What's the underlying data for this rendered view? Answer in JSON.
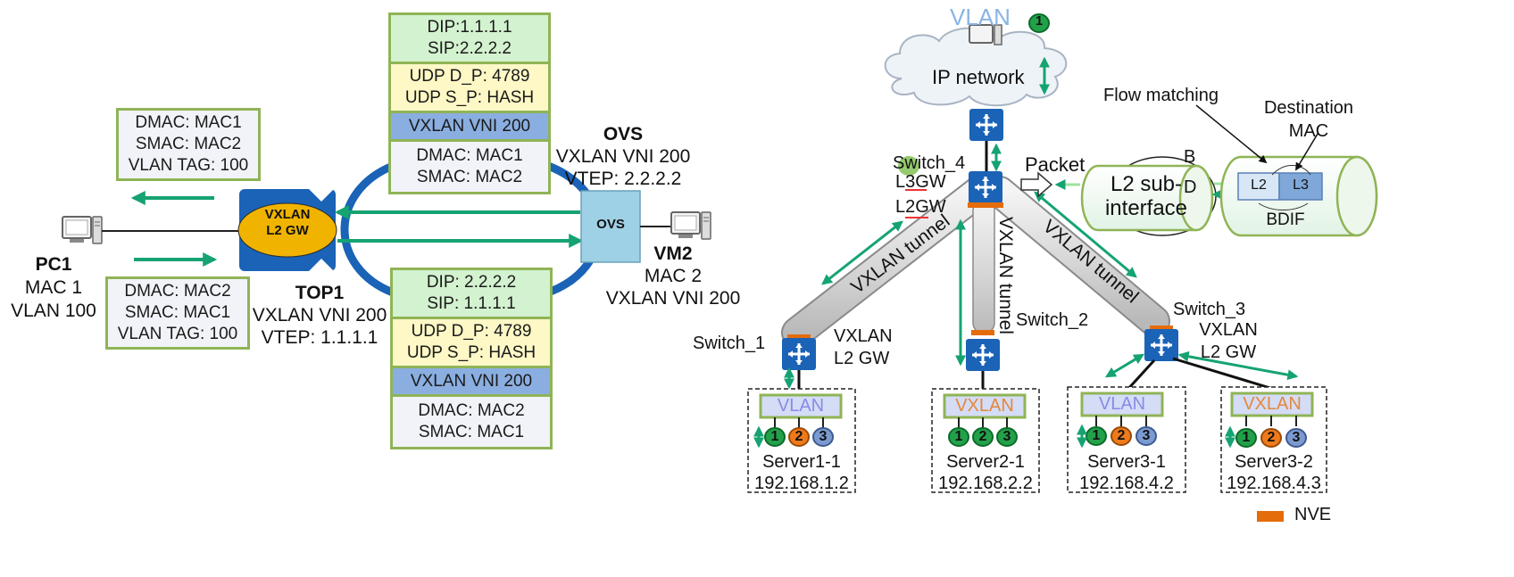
{
  "left": {
    "pc1": {
      "name": "PC1",
      "mac": "MAC 1",
      "vlan": "VLAN 100"
    },
    "frame_out": {
      "dmac": "DMAC: MAC1",
      "smac": "SMAC: MAC2",
      "tag": "VLAN TAG: 100"
    },
    "frame_in": {
      "dmac": "DMAC: MAC2",
      "smac": "SMAC: MAC1",
      "tag": "VLAN TAG: 100"
    },
    "top1": {
      "gw_line1": "VXLAN",
      "gw_line2": "L2 GW",
      "name": "TOP1",
      "vni": "VXLAN VNI 200",
      "vtep": "VTEP: 1.1.1.1"
    },
    "ovs": {
      "box": "OVS",
      "name": "OVS",
      "vni": "VXLAN VNI 200",
      "vtep": "VTEP: 2.2.2.2"
    },
    "vm2": {
      "name": "VM2",
      "mac": "MAC 2",
      "vni": "VXLAN VNI 200"
    },
    "packet_top": {
      "dip": "DIP:1.1.1.1",
      "sip": "SIP:2.2.2.2",
      "udp_dp": "UDP D_P: 4789",
      "udp_sp": "UDP S_P: HASH",
      "vni": "VXLAN VNI 200",
      "dmac": "DMAC: MAC1",
      "smac": "SMAC: MAC2"
    },
    "packet_bottom": {
      "dip": "DIP: 2.2.2.2",
      "sip": "SIP: 1.1.1.1",
      "udp_dp": "UDP D_P: 4789",
      "udp_sp": "UDP S_P: HASH",
      "vni": "VXLAN VNI 200",
      "dmac": "DMAC: MAC2",
      "smac": "SMAC: MAC1"
    }
  },
  "right": {
    "top_vlan": "VLAN",
    "top_badge": "1",
    "ip_network": "IP network",
    "switch4": {
      "name": "Switch_4",
      "l3gw": "L3GW",
      "l2gw": "L2GW"
    },
    "packet": "Packet",
    "l2sub_line1": "L2 sub-",
    "l2sub_line2": "interface",
    "b": "B",
    "d": "D",
    "flow_matching": "Flow matching",
    "dest_line1": "Destination",
    "dest_line2": "MAC",
    "l2": "L2",
    "l3": "L3",
    "bdif": "BDIF",
    "tunnel_left": "VXLAN tunnel",
    "tunnel_mid": "VXLAN tunnel",
    "tunnel_right": "VXLAN tunnel",
    "switch1": {
      "name": "Switch_1",
      "gw_line1": "VXLAN",
      "gw_line2": "L2 GW"
    },
    "switch2": {
      "name": "Switch_2"
    },
    "switch3": {
      "name": "Switch_3",
      "gw_line1": "VXLAN",
      "gw_line2": "L2 GW"
    },
    "servers": [
      {
        "bar": "VLAN",
        "dots": [
          "1",
          "2",
          "3"
        ],
        "name": "Server1-1",
        "ip": "192.168.1.2"
      },
      {
        "bar": "VXLAN",
        "dots": [
          "1",
          "2",
          "3"
        ],
        "name": "Server2-1",
        "ip": "192.168.2.2"
      },
      {
        "bar": "VLAN",
        "dots": [
          "1",
          "2",
          "3"
        ],
        "name": "Server3-1",
        "ip": "192.168.4.2"
      },
      {
        "bar": "VXLAN",
        "dots": [
          "1",
          "2",
          "3"
        ],
        "name": "Server3-2",
        "ip": "192.168.4.3"
      }
    ],
    "legend_nve": "NVE"
  },
  "colors": {
    "accent_green": "#15a371",
    "box_border": "#8fb456",
    "router_blue": "#1a63b7",
    "gw_gold": "#f0b400",
    "nve_orange": "#e46c0a"
  }
}
